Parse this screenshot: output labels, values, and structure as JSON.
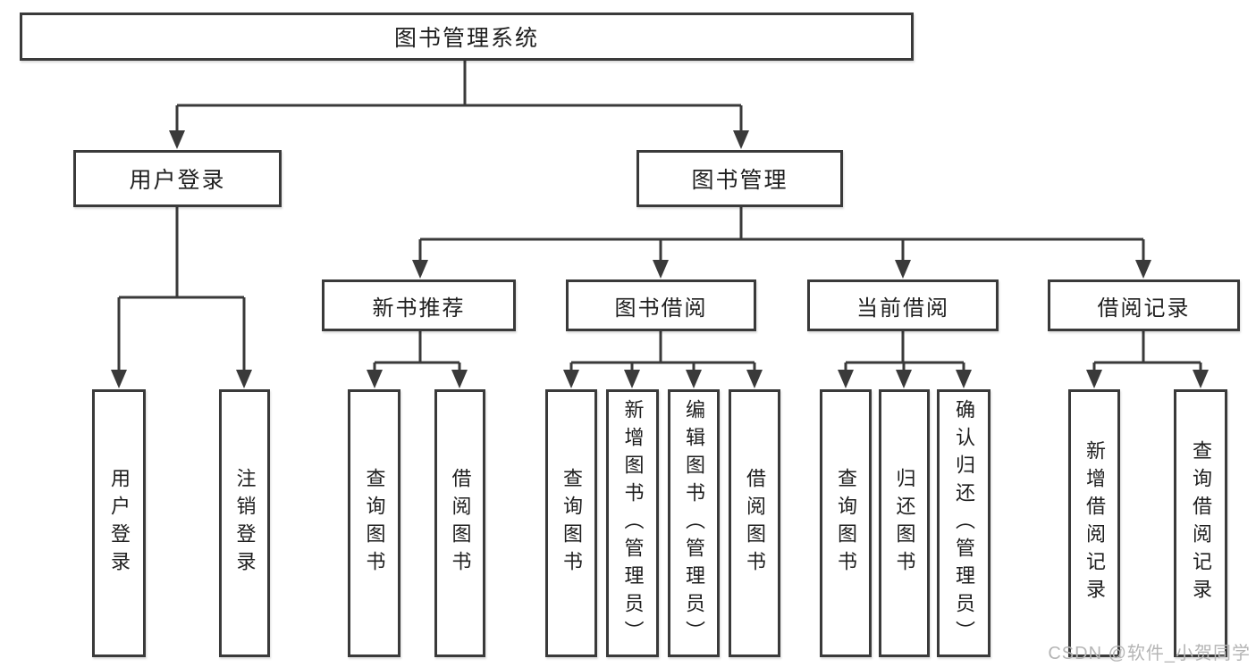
{
  "tree": {
    "label": "图书管理系统",
    "children": [
      {
        "label": "用户登录",
        "children": [
          {
            "label": "用户登录"
          },
          {
            "label": "注销登录"
          }
        ]
      },
      {
        "label": "图书管理",
        "children": [
          {
            "label": "新书推荐",
            "children": [
              {
                "label": "查询图书"
              },
              {
                "label": "借阅图书"
              }
            ]
          },
          {
            "label": "图书借阅",
            "children": [
              {
                "label": "查询图书"
              },
              {
                "label": "新增图书（管理员）"
              },
              {
                "label": "编辑图书（管理员）"
              },
              {
                "label": "借阅图书"
              }
            ]
          },
          {
            "label": "当前借阅",
            "children": [
              {
                "label": "查询图书"
              },
              {
                "label": "归还图书"
              },
              {
                "label": "确认归还（管理员）"
              }
            ]
          },
          {
            "label": "借阅记录",
            "children": [
              {
                "label": "新增借阅记录"
              },
              {
                "label": "查询借阅记录"
              }
            ]
          }
        ]
      }
    ]
  },
  "watermark": "CSDN @软件_小贺同学",
  "colors": {
    "line": "#3a3a3a",
    "text": "#1f1f1f",
    "box_background": "#ffffff",
    "watermark": "#b5b5b5"
  }
}
